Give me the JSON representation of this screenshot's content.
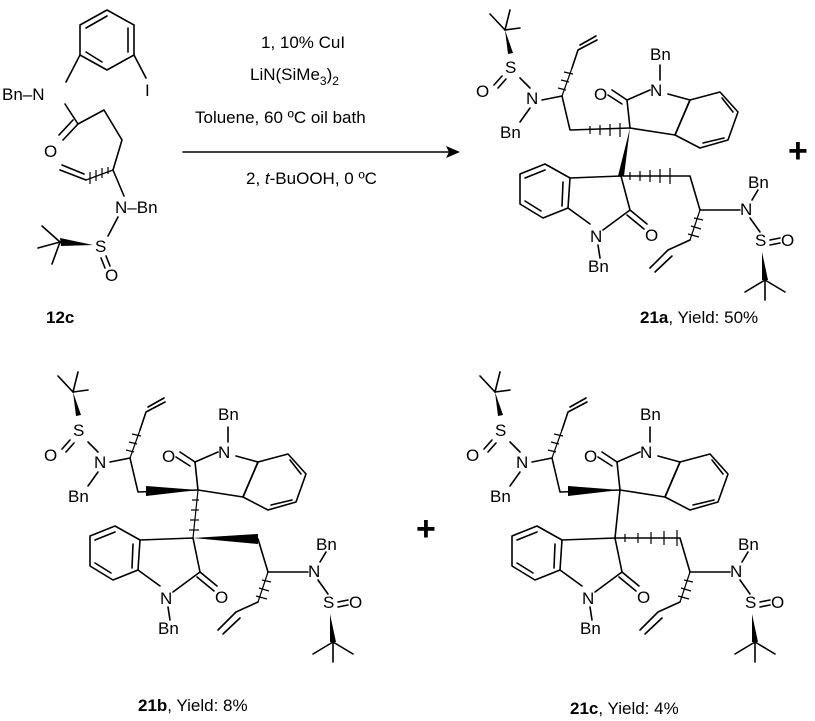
{
  "reaction": {
    "conditions": {
      "line1": "1, 10% CuI",
      "line2_main": "LiN(SiMe",
      "line2_sub": "3",
      "line2_close": ")",
      "line2_sub2": "2",
      "line3": "Toluene, 60 ºC oil bath",
      "line4_prefix": "2, ",
      "line4_italic": "t",
      "line4_rest": "-BuOOH, 0 ºC"
    },
    "plus": "+"
  },
  "compounds": {
    "c12c": {
      "id": "12c",
      "atoms": {
        "bn_n": "Bn–N",
        "i": "I",
        "o": "O",
        "n": "N–Bn",
        "s": "S",
        "so": "O"
      }
    },
    "c21a": {
      "id": "21a",
      "caption_rest": ", Yield: 50%"
    },
    "c21b": {
      "id": "21b",
      "caption_rest": ", Yield: 8%"
    },
    "c21c": {
      "id": "21c",
      "caption_rest": ", Yield: 4%"
    }
  },
  "atom_labels": {
    "bn": "Bn",
    "n": "N",
    "o": "O",
    "s": "S"
  }
}
